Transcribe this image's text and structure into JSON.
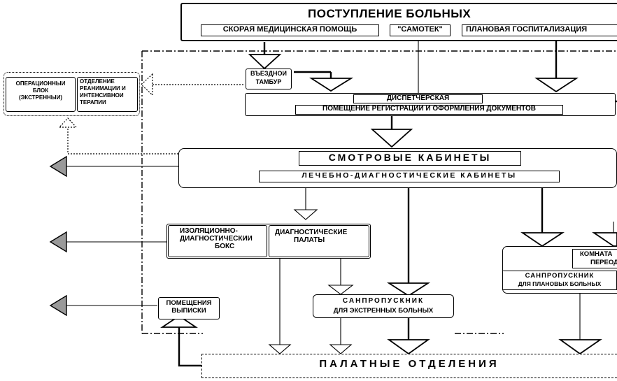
{
  "admission": {
    "title": "ПОСТУПЛЕНИЕ БОЛЬНЫХ",
    "ambulance": "СКОРАЯ МЕДИЦИНСКАЯ ПОМОЩЬ",
    "walkin": "\"САМОТЕК\"",
    "planned": "ПЛАНОВАЯ ГОСПИТАЛИЗАЦИЯ"
  },
  "entry_vestibule": [
    "ВЪЕЗДНОЙ",
    "ТАМБУР"
  ],
  "dispatcher": "ДИСПЕТЧЕРСКАЯ",
  "registration": "ПОМЕЩЕНИЕ РЕГИСТРАЦИИ И ОФОРМЛЕНИЯ ДОКУМЕНТОВ",
  "operating_block": [
    "ОПЕРАЦИОННЫЙ",
    "БЛОК",
    "(ЭКСТРЕННЫЙ)"
  ],
  "icu": [
    "ОТДЕЛЕНИЕ",
    "РЕАНИМАЦИИ И",
    "ИНТЕНСИВНОЙ",
    "ТЕРАПИИ"
  ],
  "exam_rooms": "СМОТРОВЫЕ КАБИНЕТЫ",
  "treatment_rooms": "ЛЕЧЕБНО-ДИАГНОСТИЧЕСКИЕ КАБИНЕТЫ",
  "isolation_box": [
    "ИЗОЛЯЦИОННО-",
    "ДИАГНОСТИЧЕСКИЙ",
    "БОКС"
  ],
  "diagnostic_wards": [
    "ДИАГНОСТИЧЕСКИЕ",
    "ПАЛАТЫ"
  ],
  "discharge_rooms": [
    "ПОМЕЩЕНИЯ",
    "ВЫПИСКИ"
  ],
  "emergency_sanitary": [
    "САНПРОПУСКНИК",
    "ДЛЯ ЭКСТРЕННЫХ БОЛЬНЫХ"
  ],
  "changing_room": [
    "КОМНАТА",
    "ПЕРЕОДЕ"
  ],
  "planned_sanitary": [
    "САНПРОПУСКНИК",
    "ДЛЯ ПЛАНОВЫХ БОЛЬНЫХ"
  ],
  "wards": "ПАЛАТНЫЕ ОТДЕЛЕНИЯ"
}
